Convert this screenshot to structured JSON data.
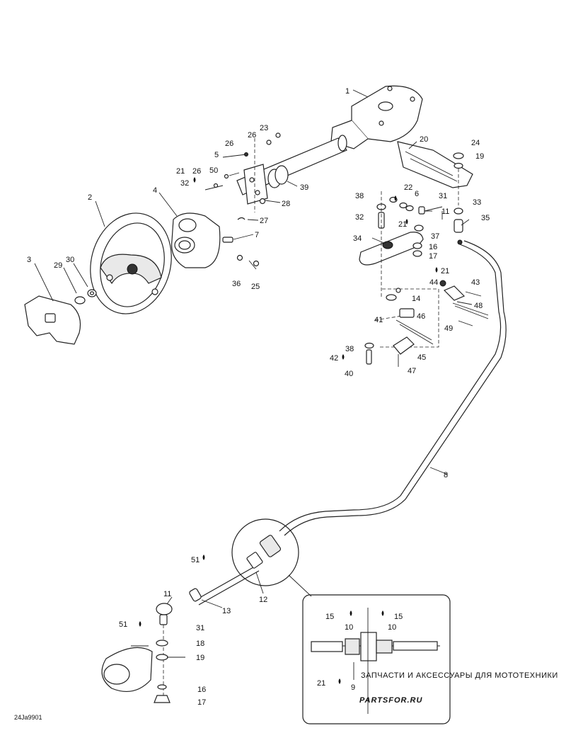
{
  "figure_code": "24Ja9901",
  "watermark": {
    "line1": "ЗАПЧАСТИ И АКСЕССУАРЫ ДЛЯ МОТОТЕХНИКИ",
    "line2": "PARTSFOR.RU"
  },
  "callouts": {
    "c1": "1",
    "c2": "2",
    "c3": "3",
    "c4": "4",
    "c5": "5",
    "c6": "6",
    "c7": "7",
    "c8": "8",
    "c9": "9",
    "c10a": "10",
    "c10b": "10",
    "c11a": "11",
    "c11b": "11",
    "c12": "12",
    "c13": "13",
    "c14": "14",
    "c15a": "15",
    "c15b": "15",
    "c16a": "16",
    "c16b": "16",
    "c17a": "17",
    "c17b": "17",
    "c18": "18",
    "c19a": "19",
    "c19b": "19",
    "c20": "20",
    "c21a": "21",
    "c21b": "21",
    "c21c": "21",
    "c21d": "21",
    "c22": "22",
    "c23": "23",
    "c24": "24",
    "c25": "25",
    "c26a": "26",
    "c26b": "26",
    "c26c": "26",
    "c27": "27",
    "c28": "28",
    "c29": "29",
    "c30": "30",
    "c31a": "31",
    "c31b": "31",
    "c32a": "32",
    "c32b": "32",
    "c33": "33",
    "c34": "34",
    "c35": "35",
    "c36": "36",
    "c37": "37",
    "c38a": "38",
    "c38b": "38",
    "c39": "39",
    "c40": "40",
    "c41": "41",
    "c42": "42",
    "c43": "43",
    "c44": "44",
    "c45": "45",
    "c46": "46",
    "c47": "47",
    "c48": "48",
    "c49": "49",
    "c50": "50",
    "c51a": "51",
    "c51b": "51"
  }
}
